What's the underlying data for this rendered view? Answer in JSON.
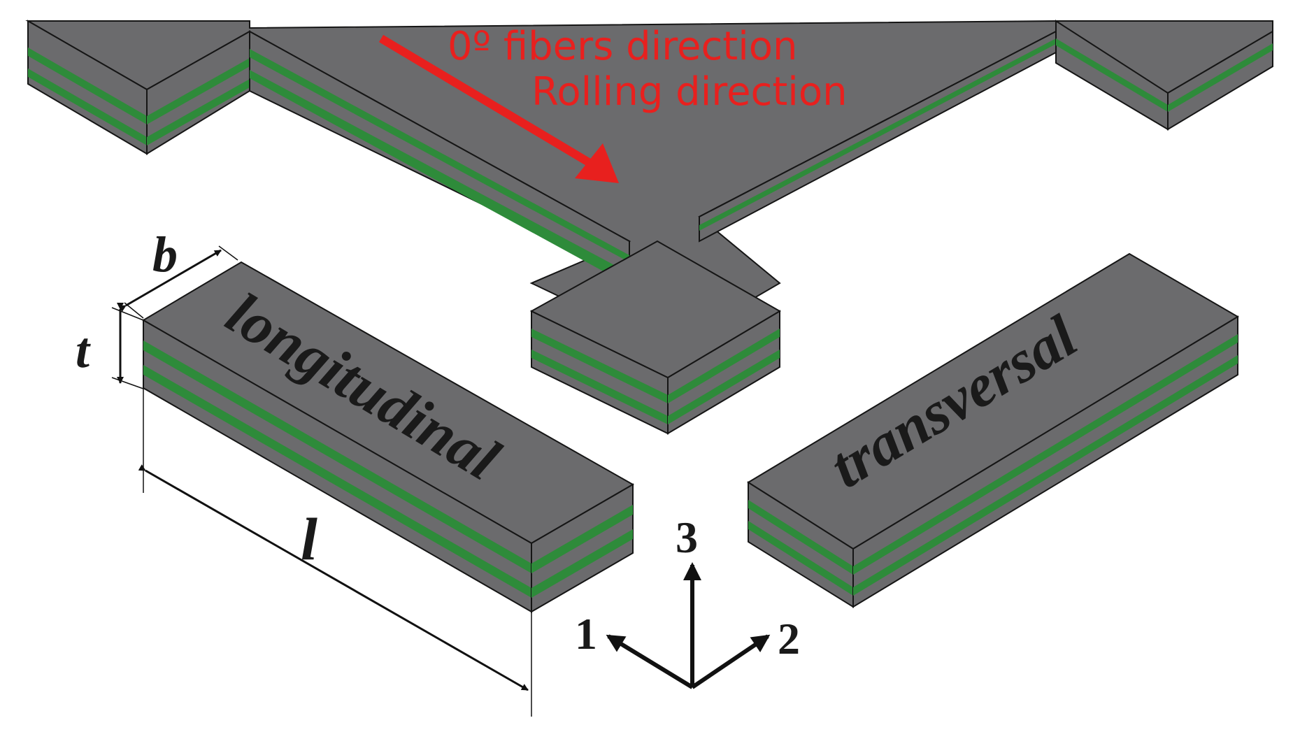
{
  "annotation": {
    "line1": "0º fibers direction",
    "line2": "Rolling direction",
    "color": "#e8201e"
  },
  "specimens": {
    "longitudinal": "longitudinal",
    "transversal": "transversal"
  },
  "dimensions": {
    "width": "b",
    "thickness": "t",
    "length": "l"
  },
  "axes": {
    "axis1": "1",
    "axis2": "2",
    "axis3": "3"
  },
  "colors": {
    "laminate_gray": "#6b6b6d",
    "fiber_green": "#2e8b3a",
    "edge": "#151515"
  }
}
